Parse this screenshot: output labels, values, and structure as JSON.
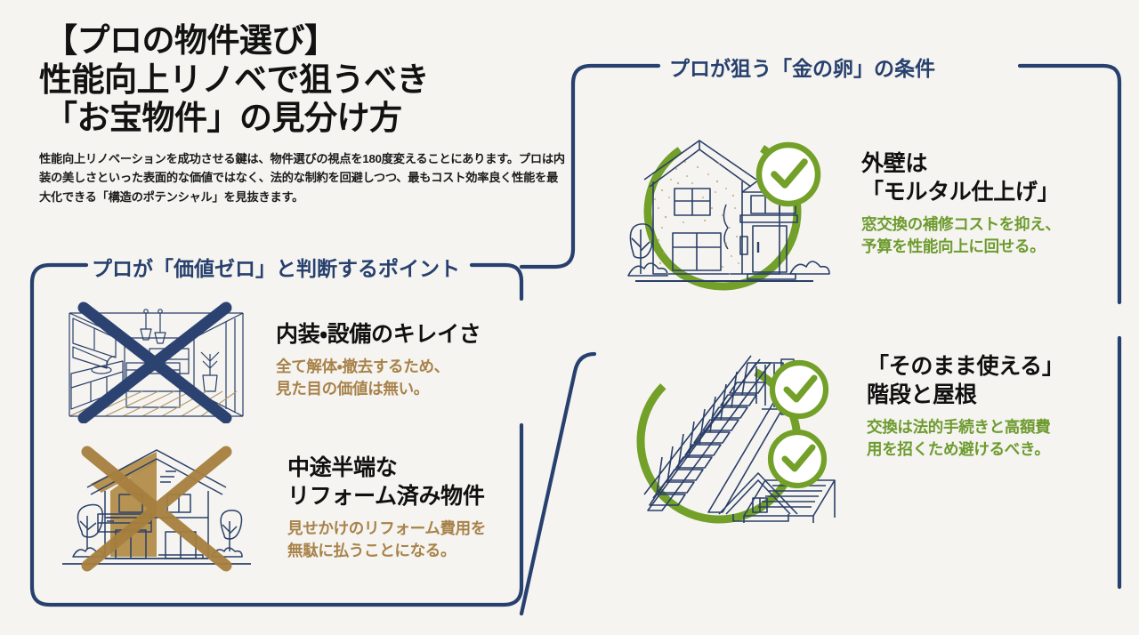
{
  "colors": {
    "background": "#f5f4f0",
    "navy": "#27406e",
    "navy_dark": "#1f3560",
    "ink": "#101010",
    "tan": "#a8824a",
    "green": "#6e9b2f",
    "green_ring": "#73a028"
  },
  "headline": {
    "line1": "【プロの物件選び】",
    "line2": "性能向上リノベで狙うべき",
    "line3": "「お宝物件」の見分け方",
    "lead": "性能向上リノベーションを成功させる鍵は、物件選びの視点を180度変えることにあります。プロは内装の美しさといった表面的な価値ではなく、法的な制約を回避しつつ、最もコスト効率良く性能を最大化できる「構造のポテンシャル」を見抜きます。"
  },
  "left_panel": {
    "title": "プロが「価値ゼロ」と判断するポイント",
    "items": [
      {
        "icon": "interior-kitchen-crossed-out-icon",
        "heading": "内装・設備のキレイさ",
        "desc_line1": "全て解体・撤去するため、",
        "desc_line2": "見た目の価値は無い。",
        "desc_color": "tan"
      },
      {
        "icon": "renovated-house-crossed-out-icon",
        "heading_line1": "中途半端な",
        "heading_line2": "リフォーム済み物件",
        "desc_line1": "見せかけのリフォーム費用を",
        "desc_line2": "無駄に払うことになる。",
        "desc_color": "tan"
      }
    ]
  },
  "right_panel": {
    "title": "プロが狙う「金の卵」の条件",
    "items": [
      {
        "icon": "mortar-house-icon",
        "check_icon": "check-circle-icon",
        "check_count": 1,
        "heading_line1": "外壁は",
        "heading_line2": "「モルタル仕上げ」",
        "desc_line1": "窓交換の補修コストを抑え、",
        "desc_line2": "予算を性能向上に回せる。",
        "desc_color": "green"
      },
      {
        "icon": "staircase-roof-icon",
        "check_icon": "check-circle-icon",
        "check_count": 2,
        "heading_line1": "「そのまま使える」",
        "heading_line2": "階段と屋根",
        "desc_line1": "交換は法的手続きと高額費",
        "desc_line2": "用を招くため避けるべき。",
        "desc_color": "green"
      }
    ]
  }
}
